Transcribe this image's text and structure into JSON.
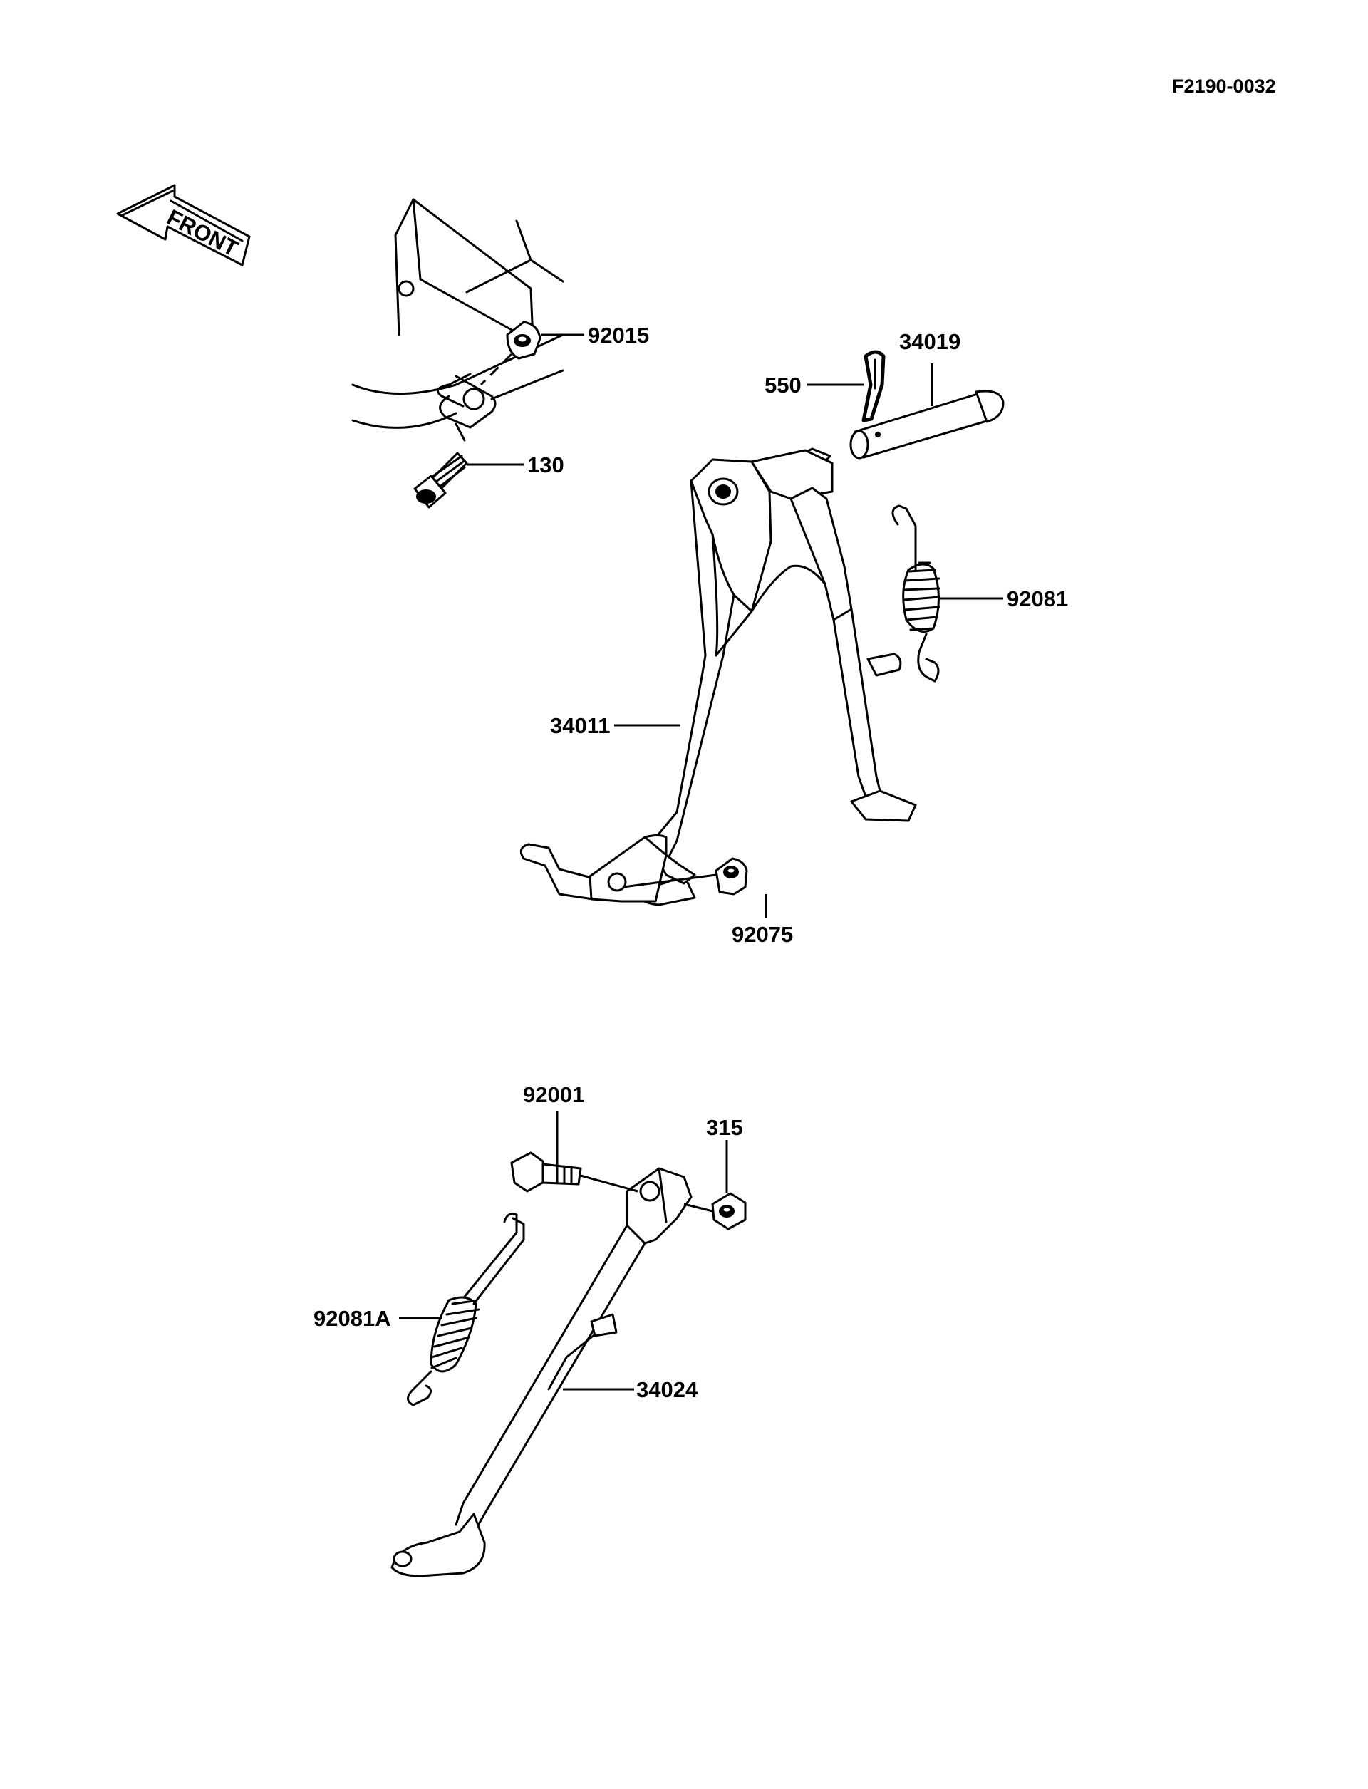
{
  "figure_code": "F2190-0032",
  "front_arrow": {
    "text": "FRONT",
    "icon": "front-direction-arrow-icon"
  },
  "callouts": {
    "p92015": "92015",
    "p130": "130",
    "p550": "550",
    "p34019": "34019",
    "p92081": "92081",
    "p34011": "34011",
    "p92075": "92075",
    "p92001": "92001",
    "p315": "315",
    "p92081A": "92081A",
    "p34024": "34024"
  },
  "colors": {
    "ink": "#000000",
    "paper": "#ffffff"
  }
}
